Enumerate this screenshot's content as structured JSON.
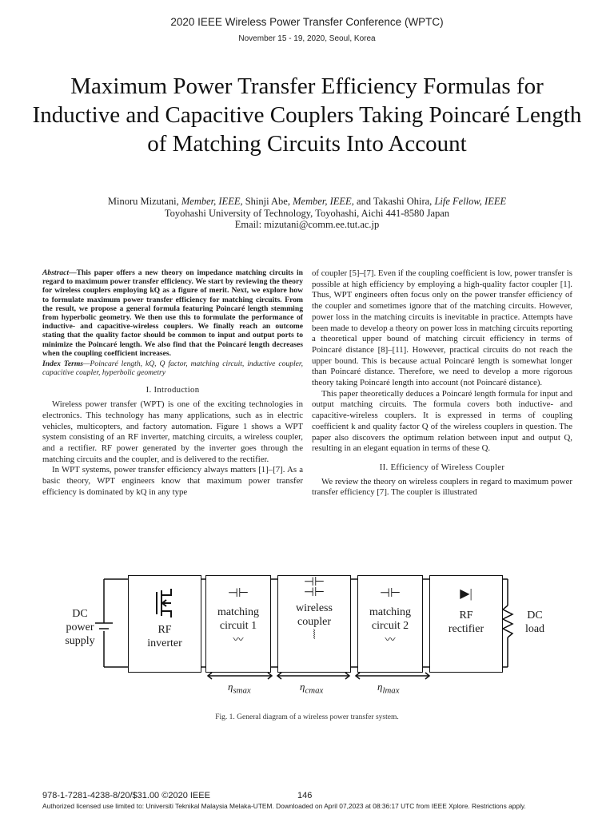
{
  "header": {
    "conference": "2020 IEEE Wireless Power Transfer Conference (WPTC)",
    "dates": "November 15 - 19, 2020, Seoul, Korea"
  },
  "title": "Maximum Power Transfer Efficiency Formulas for Inductive and Capacitive Couplers Taking Poincaré Length of Matching Circuits Into Account",
  "authors": {
    "a1": "Minoru Mizutani,",
    "r1": "Member, IEEE,",
    "a2": "Shinji Abe,",
    "r2": "Member, IEEE,",
    "a3": "and Takashi Ohira,",
    "r3": "Life Fellow, IEEE",
    "affiliation": "Toyohashi University of Technology, Toyohashi, Aichi 441-8580 Japan",
    "email": "Email: mizutani@comm.ee.tut.ac.jp"
  },
  "abstract": {
    "lead": "Abstract",
    "text": "—This paper offers a new theory on impedance matching circuits in regard to maximum power transfer efficiency. We start by reviewing the theory for wireless couplers employing kQ as a figure of merit. Next, we explore how to formulate maximum power transfer efficiency for matching circuits. From the result, we propose a general formula featuring Poincaré length stemming from hyperbolic geometry. We then use this to formulate the performance of inductive- and capacitive-wireless couplers. We finally reach an outcome stating that the quality factor should be common to input and output ports to minimize the Poincaré length. We also find that the Poincaré length decreases when the coupling coefficient increases."
  },
  "index_terms": {
    "lead": "Index Terms",
    "text": "—Poincaré length, kQ, Q factor, matching circuit, inductive coupler, capacitive coupler, hyperbolic geometry"
  },
  "sections": {
    "intro": "I. Introduction",
    "efficiency": "II. Efficiency of Wireless Coupler"
  },
  "body": {
    "intro_p1": "Wireless power transfer (WPT) is one of the exciting technologies in electronics. This technology has many applications, such as in electric vehicles, multicopters, and factory automation. Figure 1 shows a WPT system consisting of an RF inverter, matching circuits, a wireless coupler, and a rectifier. RF power generated by the inverter goes through the matching circuits and the coupler, and is delivered to the rectifier.",
    "intro_p2": "In WPT systems, power transfer efficiency always matters [1]–[7]. As a basic theory, WPT engineers know that maximum power transfer efficiency is dominated by kQ in any type",
    "right_p1": "of coupler [5]–[7]. Even if the coupling coefficient is low, power transfer is possible at high efficiency by employing a high-quality factor coupler [1]. Thus, WPT engineers often focus only on the power transfer efficiency of the coupler and sometimes ignore that of the matching circuits. However, power loss in the matching circuits is inevitable in practice. Attempts have been made to develop a theory on power loss in matching circuits reporting a theoretical upper bound of matching circuit efficiency in terms of Poincaré distance [8]–[11]. However, practical circuits do not reach the upper bound. This is because actual Poincaré length is somewhat longer than Poincaré distance. Therefore, we need to develop a more rigorous theory taking Poincaré length into account (not Poincaré distance).",
    "right_p2": "This paper theoretically deduces a Poincaré length formula for input and output matching circuits. The formula covers both inductive- and capacitive-wireless couplers. It is expressed in terms of coupling coefficient k and quality factor Q of the wireless couplers in question. The paper also discovers the optimum relation between input and output Q, resulting in an elegant equation in terms of these Q.",
    "right_p3": "We review the theory on wireless couplers in regard to maximum power transfer efficiency [7]. The coupler is illustrated"
  },
  "figure": {
    "dc_supply": [
      "DC",
      "power",
      "supply"
    ],
    "rf_inverter": [
      "RF",
      "inverter"
    ],
    "matching1": [
      "matching",
      "circuit 1"
    ],
    "coupler": [
      "wireless",
      "coupler"
    ],
    "matching2": [
      "matching",
      "circuit 2"
    ],
    "rectifier": [
      "RF",
      "rectifier"
    ],
    "dc_load": [
      "DC",
      "load"
    ],
    "eta": [
      "η",
      "smax",
      "η",
      "cmax",
      "η",
      "lmax"
    ],
    "caption": "Fig. 1.  General diagram of a wireless power transfer system."
  },
  "footer": {
    "isbn": "978-1-7281-4238-8/20/$31.00 ©2020 IEEE",
    "page": "146",
    "license": "Authorized licensed use limited to: Universiti Teknikal Malaysia Melaka-UTEM. Downloaded on April 07,2023 at 08:36:17 UTC from IEEE Xplore.  Restrictions apply."
  }
}
